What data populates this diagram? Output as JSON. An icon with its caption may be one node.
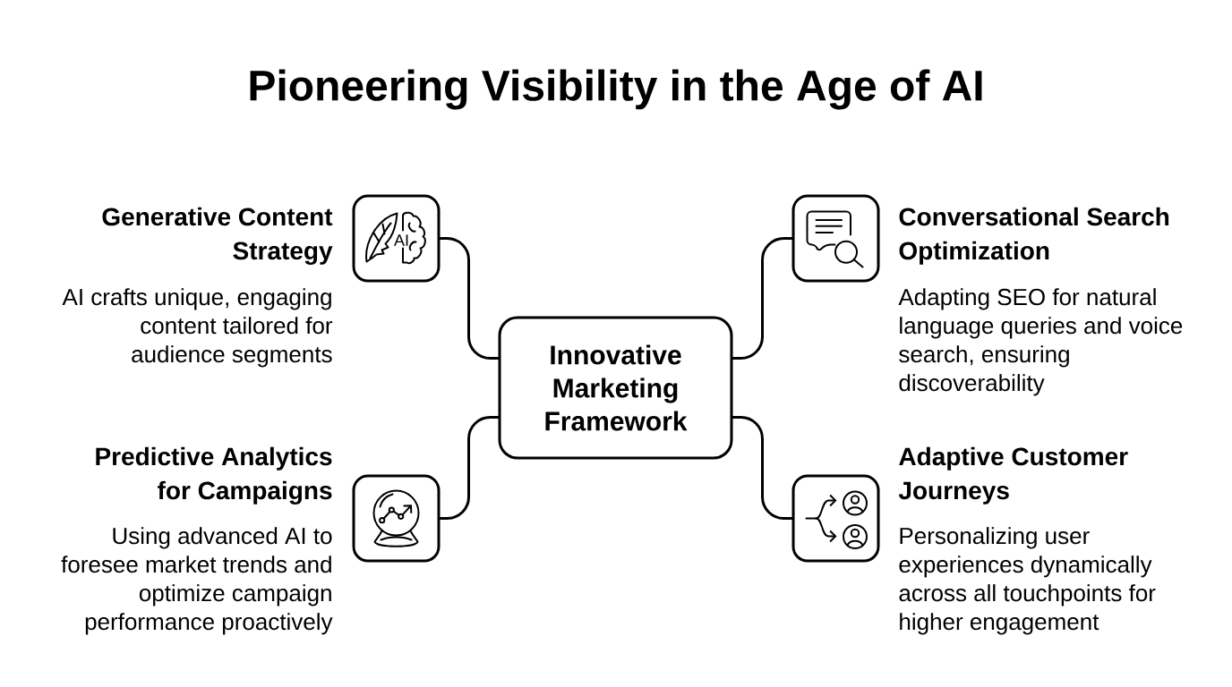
{
  "diagram": {
    "title": "Pioneering Visibility in the Age of AI",
    "nodes": [
      {
        "text": [
          "Generative Content Strategy",
          "AI crafts unique, engaging content tailored for audience segments"
        ]
      },
      {
        "text": [
          "Conversational Search Optimization",
          "Adapting SEO for natural language queries and voice search, ensuring discoverability"
        ]
      },
      {
        "text": [
          "Innovative Marketing Framework"
        ]
      },
      {
        "text": [
          "Predictive Analytics for Campaigns",
          "Using advanced AI to foresee market trends and optimize campaign performance proactively"
        ]
      },
      {
        "text": [
          "Adaptive Customer Journeys",
          "Personalizing user experiences dynamically across all touchpoints for higher engagement"
        ]
      }
    ],
    "edges": [
      {
        "from": 2,
        "to": 0,
        "arrow": "none"
      },
      {
        "from": 2,
        "to": 1,
        "arrow": "none"
      },
      {
        "from": 2,
        "to": 3,
        "arrow": "none"
      },
      {
        "from": 2,
        "to": 4,
        "arrow": "none"
      }
    ],
    "labels": [
      "AI"
    ]
  }
}
